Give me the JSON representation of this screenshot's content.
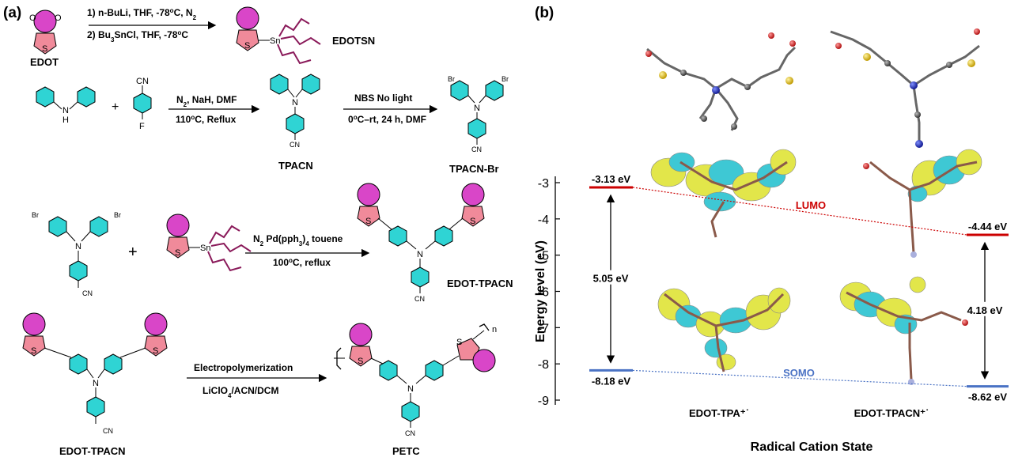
{
  "panel_a": {
    "label": "(a)",
    "step1": {
      "reactant": "EDOT",
      "conditions_line1": "1) n-BuLi, THF, -78",
      "conditions_line1_tail": "C, N",
      "conditions_line2": "2) Bu",
      "conditions_line2_tail": "SnCl, THF, -78",
      "product": "EDOTSN",
      "sn": "Sn",
      "s": "S"
    },
    "step2": {
      "amine_n": "N",
      "amine_h": "H",
      "plus": "+",
      "cn": "CN",
      "f": "F",
      "conditions_line1": "N",
      "conditions_line1_tail": ", NaH, DMF",
      "conditions_line2": "110",
      "conditions_line2_tail": "C,   Reflux",
      "product": "TPACN"
    },
    "step3": {
      "conditions_line1": "NBS   No light",
      "conditions_line2": "0",
      "conditions_line2_tail": "C–rt, 24 h, DMF",
      "br": "Br",
      "product": "TPACN-Br"
    },
    "step4": {
      "plus": "+",
      "conditions_line1": "N",
      "conditions_line1_mid": " Pd(pph",
      "conditions_line1_tail": "  touene",
      "conditions_line2": "100",
      "conditions_line2_tail": "C, reflux",
      "product": "EDOT-TPACN"
    },
    "step5": {
      "reactant": "EDOT-TPACN",
      "conditions_line1": "Electropolymerization",
      "conditions_line2": "LiClO",
      "conditions_line2_tail": "/ACN/DCM",
      "product": "PETC",
      "n": "n"
    },
    "colors": {
      "thiophene": "#f08a9a",
      "dioxane": "#d946c8",
      "benzene": "#2fd4d4",
      "nitrogen": "#3a3ad8",
      "sulfur": "#000000",
      "bromine": "#8a4a3a",
      "butyl": "#8a1a5a"
    }
  },
  "panel_b": {
    "label": "(b)",
    "chart_data": {
      "type": "energy-level diagram",
      "ylabel": "Energy level (eV)",
      "xlabel": "Radical Cation State",
      "ylim": [
        -9,
        -3
      ],
      "yticks": [
        -3,
        -4,
        -5,
        -6,
        -7,
        -8,
        -9
      ],
      "categories": [
        "EDOT-TPA⁺˙",
        "EDOT-TPACN⁺˙"
      ],
      "lumo": {
        "label": "LUMO",
        "values": [
          -3.13,
          -4.44
        ],
        "labels": [
          "-3.13 eV",
          "-4.44 eV"
        ],
        "color": "#cc0000"
      },
      "somo": {
        "label": "SOMO",
        "values": [
          -8.18,
          -8.62
        ],
        "labels": [
          "-8.18 eV",
          "-8.62 eV"
        ],
        "color": "#4a72c4"
      },
      "gaps": [
        {
          "value": 5.05,
          "label": "5.05 eV"
        },
        {
          "value": 4.18,
          "label": "4.18 eV"
        }
      ]
    },
    "colors": {
      "lobe_yellow": "#e2e64a",
      "lobe_cyan": "#3ec8d4",
      "atom_carbon": "#555555",
      "atom_sulfur": "#e0c020",
      "atom_oxygen": "#d03030",
      "atom_nitrogen": "#2030c0"
    }
  }
}
